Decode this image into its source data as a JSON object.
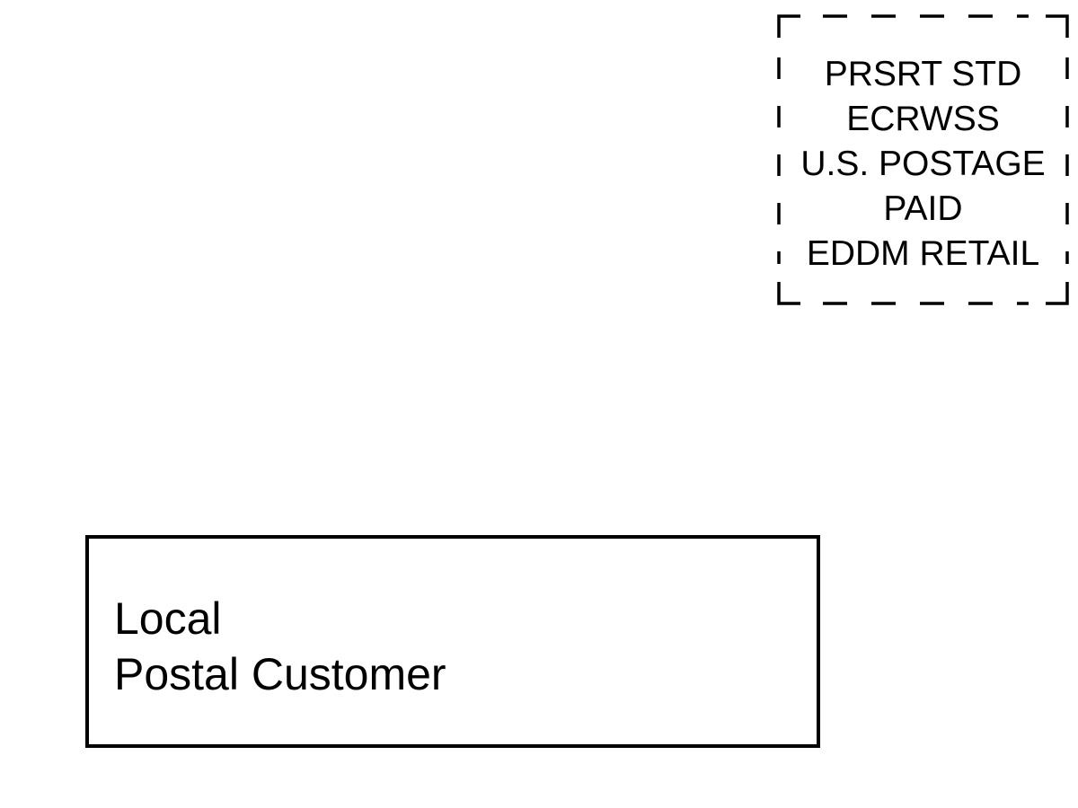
{
  "indicia": {
    "lines": [
      "PRSRT STD",
      "ECRWSS",
      "U.S. POSTAGE",
      "PAID",
      "EDDM RETAIL"
    ],
    "border_style": "dashed",
    "border_color": "#000000"
  },
  "address": {
    "lines": [
      "Local",
      "Postal Customer"
    ],
    "border_color": "#000000"
  }
}
